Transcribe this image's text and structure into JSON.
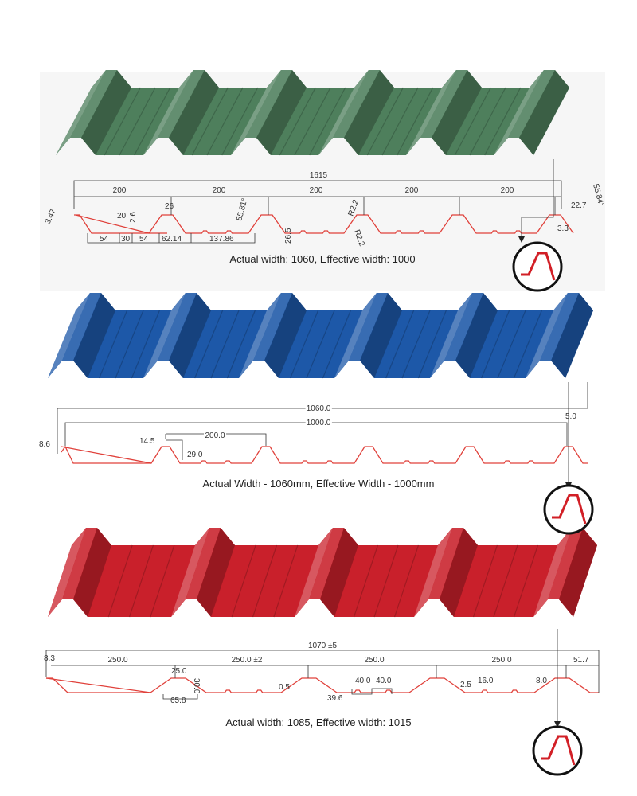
{
  "colors": {
    "green_sheet": "#4e7f5c",
    "blue_sheet": "#1d58a8",
    "red_sheet": "#c9202b",
    "profile_line": "#e0403a"
  },
  "panels": [
    {
      "name": "green",
      "caption": "Actual width: 1060, Effective width: 1000",
      "dims": [
        "1615",
        "200",
        "200",
        "200",
        "200",
        "200",
        "3.47",
        "20",
        "2.6",
        "26",
        "55.81°",
        "R2.2",
        "R2.2",
        "26.5",
        "54",
        "30",
        "54",
        "62.14",
        "137.86",
        "22.7",
        "55.84°",
        "3.3"
      ]
    },
    {
      "name": "blue",
      "caption": "Actual Width - 1060mm, Effective Width - 1000mm",
      "dims": [
        "1060.0",
        "1000.0",
        "5.0",
        "8.6",
        "14.5",
        "200.0",
        "29.0"
      ]
    },
    {
      "name": "red",
      "caption": "Actual width: 1085, Effective width: 1015",
      "dims": [
        "1070 ±5",
        "8.3",
        "250.0",
        "250.0 ±2",
        "250.0",
        "250.0",
        "51.7",
        "25.0",
        "30.0",
        "65.8",
        "0.5",
        "39.6",
        "40.0",
        "40.0",
        "2.5",
        "16.0",
        "8.0"
      ]
    }
  ]
}
